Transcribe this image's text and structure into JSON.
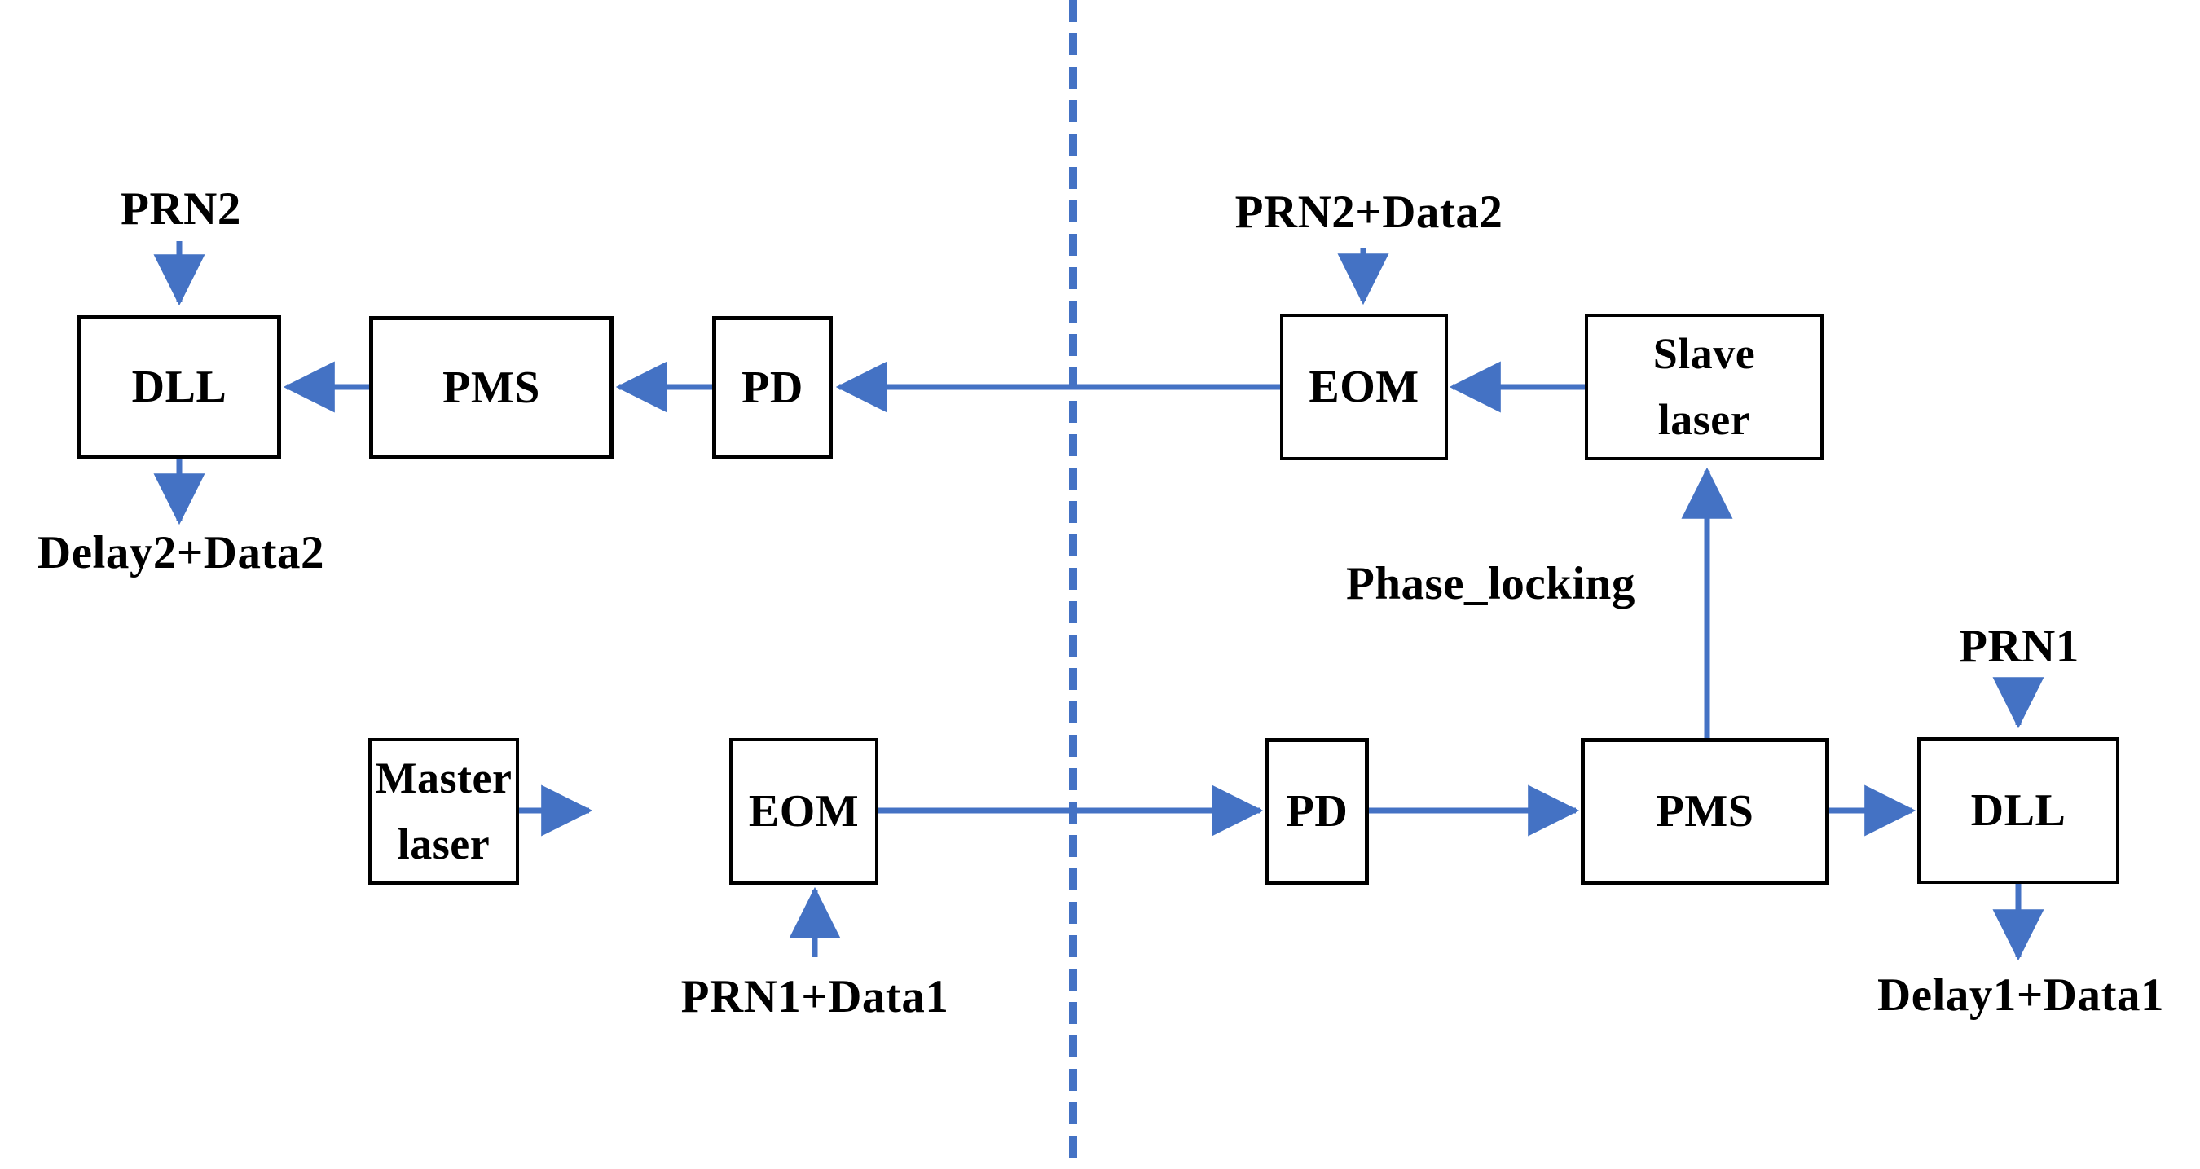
{
  "diagram": {
    "title_visible": false,
    "accent_color": "#4472C4",
    "box_border_color": "#000000",
    "background": "#ffffff",
    "divider": {
      "name": "transmitter-receiver-divider",
      "style": "dashed-vertical",
      "color": "#4472C4"
    },
    "blocks": [
      {
        "id": "dll_top_left",
        "label": "DLL"
      },
      {
        "id": "pms_top_left",
        "label": "PMS"
      },
      {
        "id": "pd_top_left",
        "label": "PD"
      },
      {
        "id": "eom_top_right",
        "label": "EOM"
      },
      {
        "id": "slave_laser",
        "label": "Slave\nlaser"
      },
      {
        "id": "master_laser",
        "label": "Master\nlaser"
      },
      {
        "id": "eom_bottom_left",
        "label": "EOM"
      },
      {
        "id": "pd_bottom_right",
        "label": "PD"
      },
      {
        "id": "pms_bottom_right",
        "label": "PMS"
      },
      {
        "id": "dll_bottom_right",
        "label": "DLL"
      }
    ],
    "labels": [
      {
        "id": "prn2",
        "text": "PRN2"
      },
      {
        "id": "delay2_data2",
        "text": "Delay2+Data2"
      },
      {
        "id": "prn2_data2",
        "text": "PRN2+Data2"
      },
      {
        "id": "phase_locking",
        "text": "Phase_locking"
      },
      {
        "id": "prn1_data1",
        "text": "PRN1+Data1"
      },
      {
        "id": "prn1",
        "text": "PRN1"
      },
      {
        "id": "delay1_data1",
        "text": "Delay1+Data1"
      }
    ]
  }
}
